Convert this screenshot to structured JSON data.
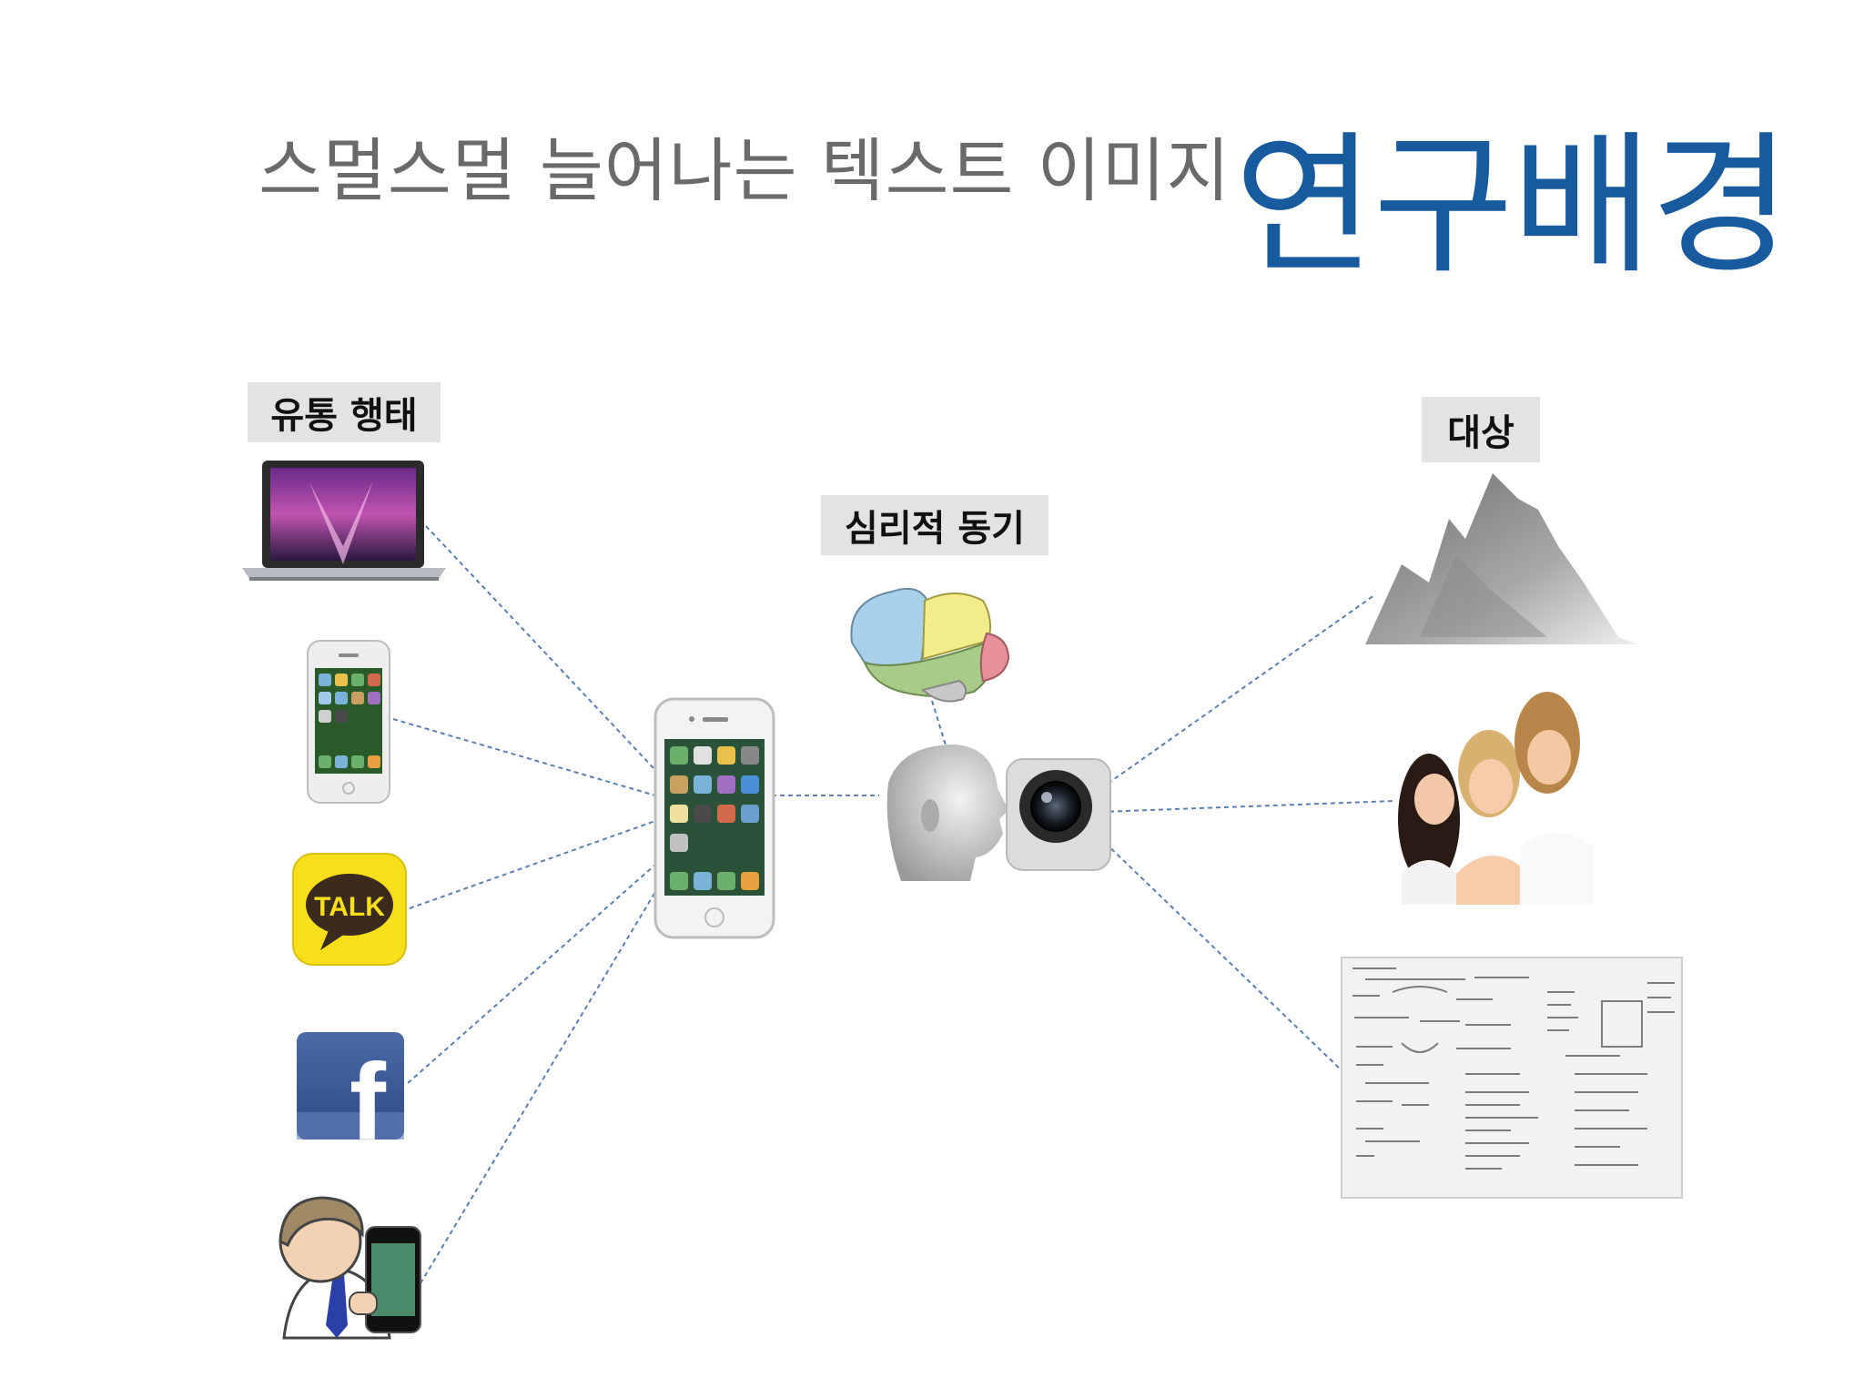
{
  "header": {
    "subtitle": "스멀스멀 늘어나는 텍스트 이미지",
    "title": "연구배경"
  },
  "labels": {
    "usage": "유통 행태",
    "psych": "심리적 동기",
    "target": "대상"
  },
  "icons": {
    "talk_text": "TALK",
    "facebook_letter": "f"
  },
  "colors": {
    "title": "#175a9e",
    "subtitle": "#6a6a6a",
    "label_bg": "#e3e3e3",
    "connector": "#5a7fb0",
    "kakao_yellow": "#f7e01b",
    "facebook_blue": "#3b5998"
  }
}
